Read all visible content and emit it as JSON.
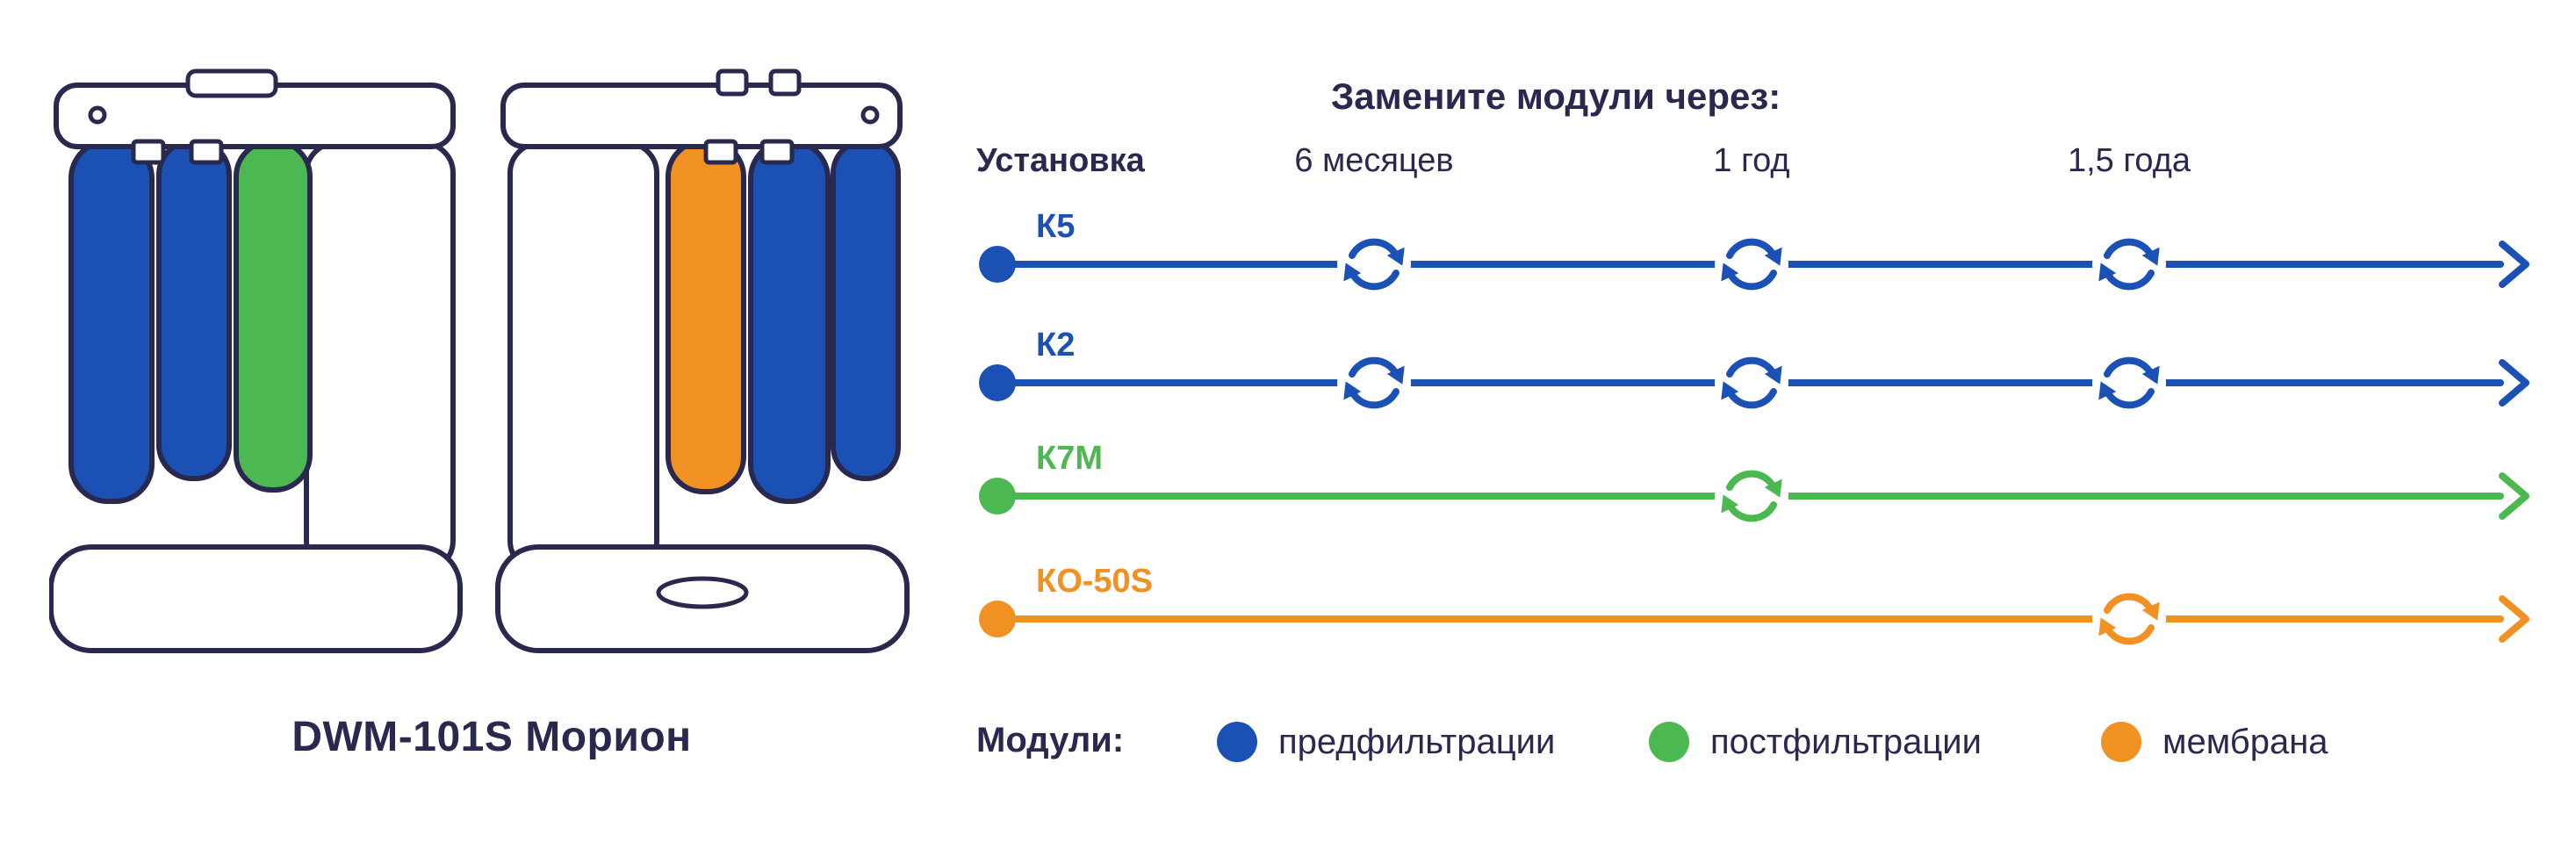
{
  "colors": {
    "navy": "#29284f",
    "blue": "#1b51b5",
    "green": "#4cb851",
    "orange": "#f19123"
  },
  "device": {
    "caption": "DWM-101S Морион"
  },
  "timeline": {
    "title": "Замените модули через:",
    "installation_label": "Установка",
    "columns": [
      "6 месяцев",
      "1 год",
      "1,5 года"
    ],
    "rows": [
      {
        "label": "К5",
        "color_key": "blue",
        "replacements": [
          true,
          true,
          true
        ]
      },
      {
        "label": "К2",
        "color_key": "blue",
        "replacements": [
          true,
          true,
          true
        ]
      },
      {
        "label": "К7М",
        "color_key": "green",
        "replacements": [
          false,
          true,
          false
        ]
      },
      {
        "label": "КО-50S",
        "color_key": "orange",
        "replacements": [
          false,
          false,
          true
        ]
      }
    ]
  },
  "legend": {
    "title": "Модули:",
    "items": [
      {
        "label": "предфильтрации",
        "color_key": "blue"
      },
      {
        "label": "постфильтрации",
        "color_key": "green"
      },
      {
        "label": "мембрана",
        "color_key": "orange"
      }
    ]
  }
}
